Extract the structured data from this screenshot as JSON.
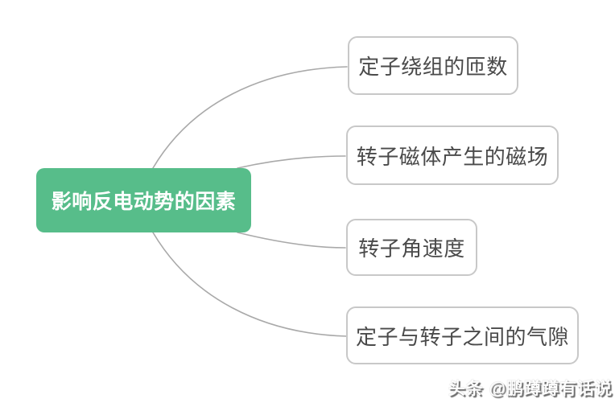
{
  "diagram": {
    "title": "影响反电动势的因素",
    "root": {
      "label": "影响反电动势的因素"
    },
    "children": [
      {
        "label": "定子绕组的匝数"
      },
      {
        "label": "转子磁体产生的磁场"
      },
      {
        "label": "转子角速度"
      },
      {
        "label": "定子与转子之间的气隙"
      }
    ],
    "colors": {
      "background": "#FFFFFF",
      "root_fill": "#57BD8A",
      "root_text": "#FFFFFF",
      "child_border": "#C8C8C8",
      "child_text": "#4A4A4A",
      "connector": "#A9A9A9"
    }
  },
  "watermark": {
    "text": "头条 @鹏蹲蹲有话说"
  }
}
